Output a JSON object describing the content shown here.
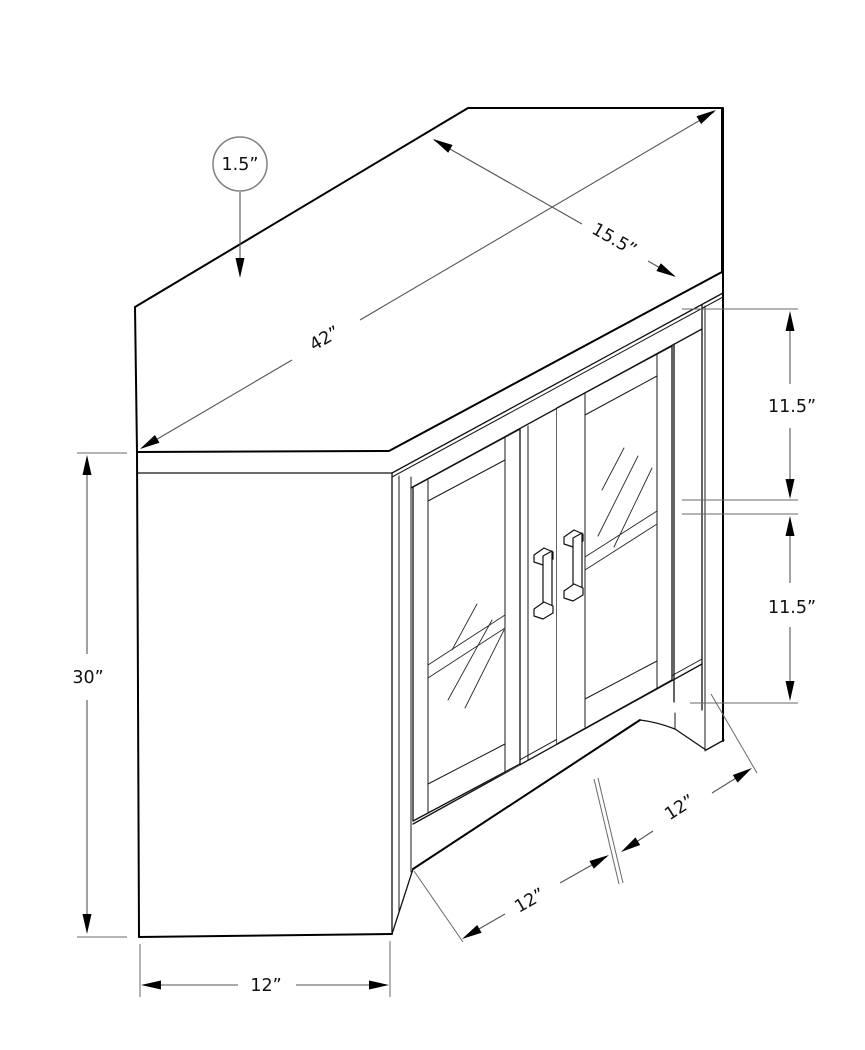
{
  "diagram": {
    "type": "furniture-dimension-drawing",
    "subject": "corner TV stand with two glass doors, interior shelf and right leg",
    "view": "three-quarter perspective line drawing",
    "colors": {
      "background": "#ffffff",
      "outline": "#000000",
      "dimension_lines": "#555555",
      "text": "#111111"
    },
    "labels": {
      "top_thickness": "1.5”",
      "top_width": "42”",
      "top_depth": "15.5”",
      "upper_opening_height": "11.5”",
      "lower_opening_height": "11.5”",
      "overall_height": "30”",
      "left_side_width": "12”",
      "left_door_width": "12”",
      "right_door_width": "12”"
    }
  }
}
